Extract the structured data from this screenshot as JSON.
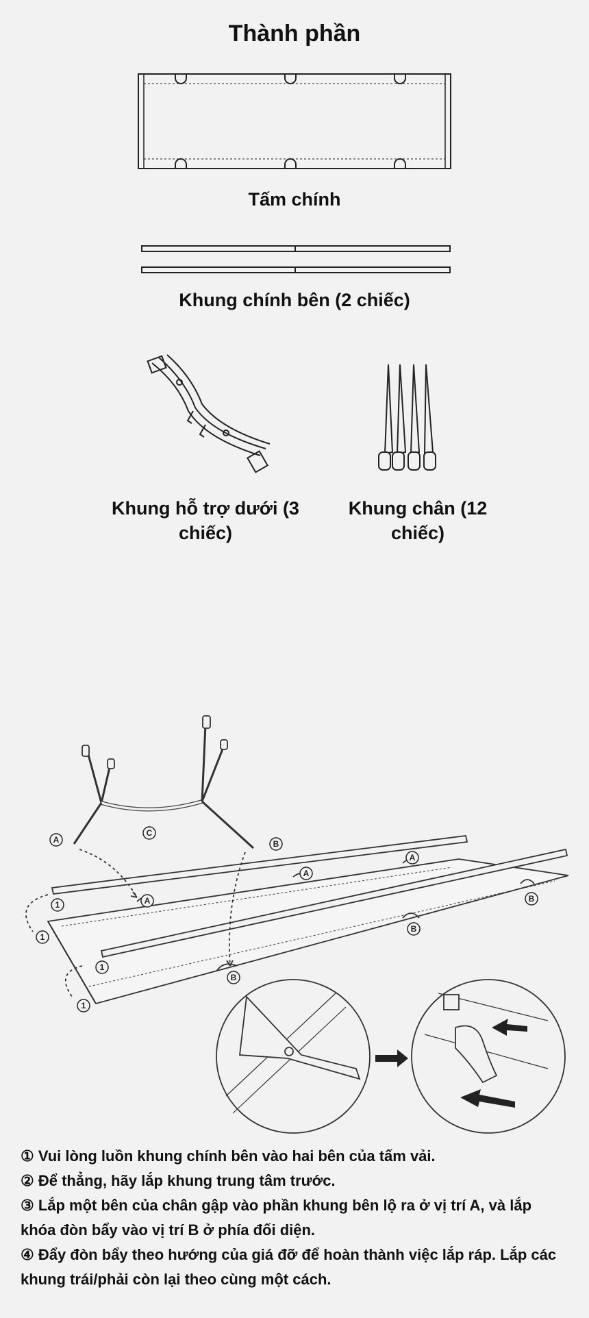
{
  "title": "Thành phần",
  "parts": {
    "main_sheet": "Tấm chính",
    "side_frame": "Khung chính bên (2 chiếc)",
    "support_frame": "Khung hỗ trợ dưới (3 chiếc)",
    "leg_frame": "Khung chân (12 chiếc)"
  },
  "diagram_markers": {
    "a": "A",
    "b": "B",
    "c": "C",
    "one": "1"
  },
  "steps": [
    "① Vui lòng luồn khung chính bên vào hai bên của tấm vải.",
    "② Để thẳng, hãy lắp khung trung tâm trước.",
    "③ Lắp một bên của chân gập vào phần khung bên lộ ra ở vị trí A, và lắp khóa đòn bẩy vào vị trí B ở phía đối diện.",
    "④ Đẩy đòn bẩy theo hướng của giá đỡ để hoàn thành việc lắp ráp. Lắp các khung trái/phải còn lại theo cùng một cách."
  ]
}
